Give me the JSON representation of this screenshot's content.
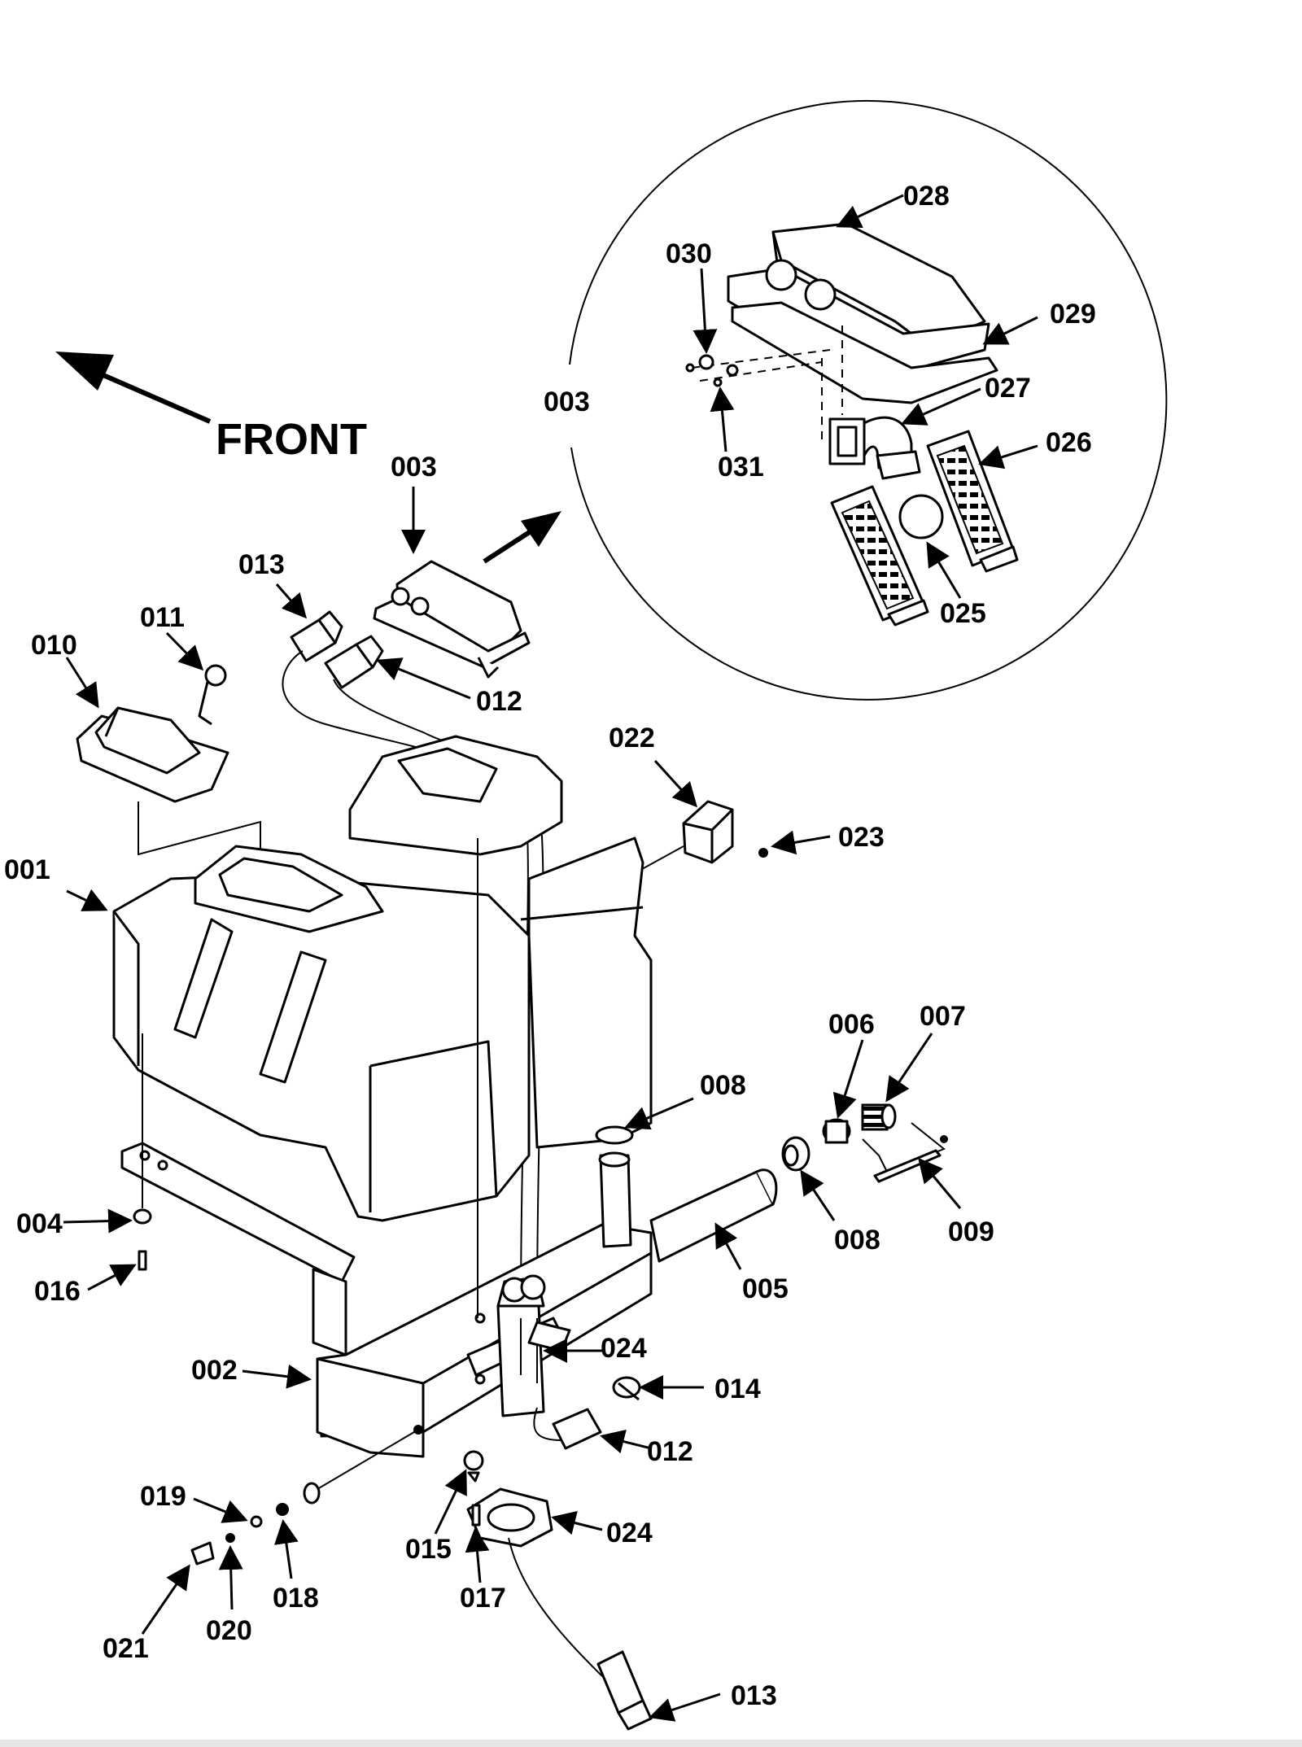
{
  "front_label": "FRONT",
  "callouts": {
    "c001": "001",
    "c002": "002",
    "c003_main": "003",
    "c003_detail": "003",
    "c004": "004",
    "c005": "005",
    "c006": "006",
    "c007": "007",
    "c008_top": "008",
    "c008_bottom": "008",
    "c009": "009",
    "c010": "010",
    "c011": "011",
    "c012_top": "012",
    "c012_bottom": "012",
    "c013_top": "013",
    "c013_bottom": "013",
    "c014": "014",
    "c015": "015",
    "c016": "016",
    "c017": "017",
    "c018": "018",
    "c019": "019",
    "c020": "020",
    "c021": "021",
    "c022": "022",
    "c023": "023",
    "c024_top": "024",
    "c024_bottom": "024",
    "c025": "025",
    "c026": "026",
    "c027": "027",
    "c028": "028",
    "c029": "029",
    "c030": "030",
    "c031": "031"
  }
}
